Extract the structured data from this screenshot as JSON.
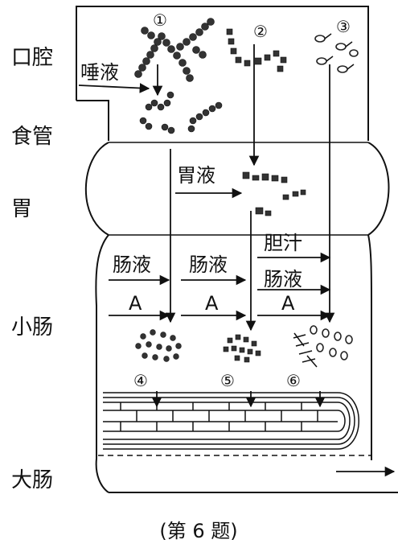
{
  "organs": {
    "mouth": "口腔",
    "esophagus": "食管",
    "stomach": "胃",
    "small_intestine": "小肠",
    "large_intestine": "大肠"
  },
  "juices": {
    "saliva": "唾液",
    "gastric": "胃液",
    "intestinal_1": "肠液",
    "intestinal_2": "肠液",
    "bile": "胆汁",
    "intestinal_3": "肠液",
    "a_1": "A",
    "a_2": "A",
    "a_3": "A"
  },
  "markers": {
    "m1": "①",
    "m2": "②",
    "m3": "③",
    "m4": "④",
    "m5": "⑤",
    "m6": "⑥"
  },
  "caption": "(第 6 题)"
}
